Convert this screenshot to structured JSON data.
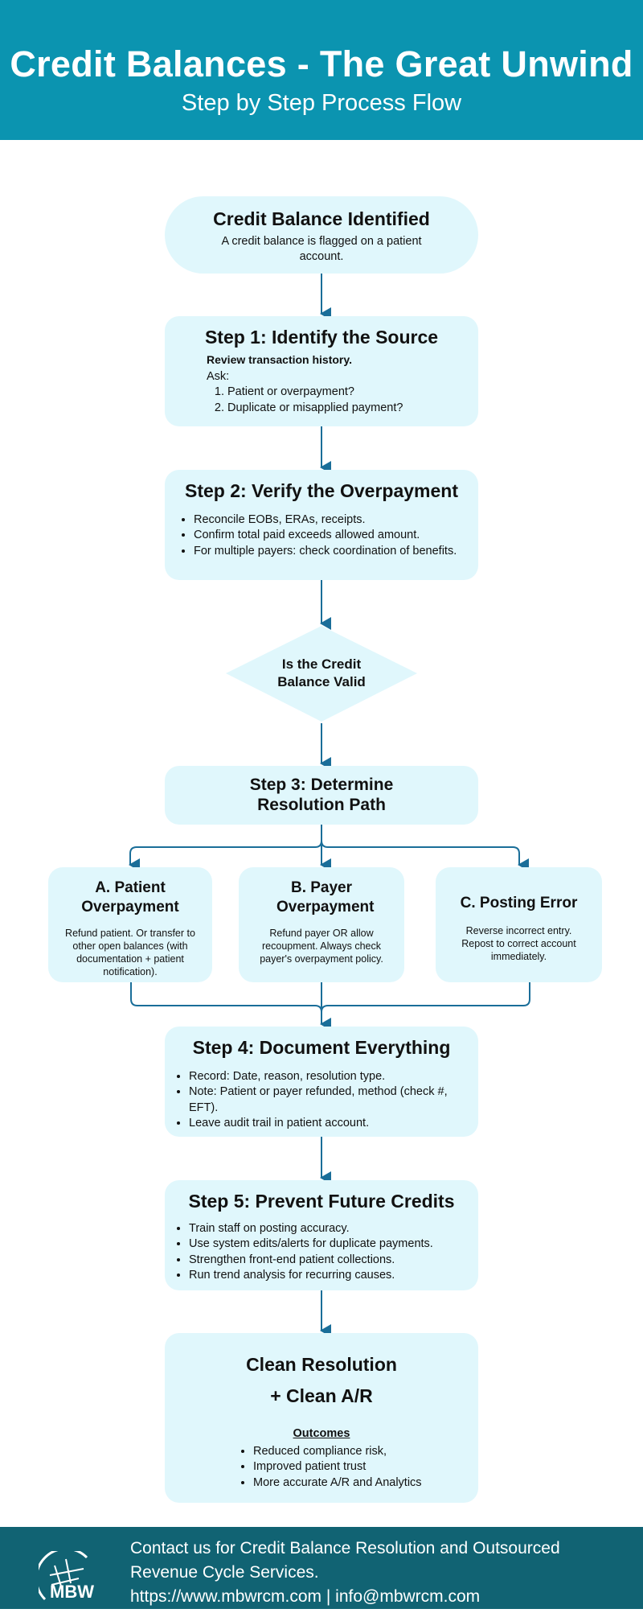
{
  "header": {
    "title": "Credit Balances - The Great Unwind",
    "subtitle": "Step by Step Process Flow"
  },
  "start": {
    "title": "Credit Balance Identified",
    "text": "A credit balance is flagged on a patient account."
  },
  "step1": {
    "title": "Step 1: Identify the Source",
    "bold": "Review transaction history.",
    "ask": "Ask:",
    "items": [
      "Patient or overpayment?",
      "Duplicate or misapplied payment?"
    ]
  },
  "step2": {
    "title": "Step 2: Verify the Overpayment",
    "items": [
      "Reconcile EOBs, ERAs, receipts.",
      "Confirm total paid exceeds allowed amount.",
      "For multiple payers: check coordination of benefits."
    ]
  },
  "decision": {
    "text": "Is the Credit Balance Valid"
  },
  "step3": {
    "title": "Step 3: Determine Resolution Path"
  },
  "paths": [
    {
      "title": "A. Patient Overpayment",
      "text": "Refund patient. Or transfer to other open balances (with documentation + patient notification)."
    },
    {
      "title": "B. Payer Overpayment",
      "text": "Refund payer OR allow recoupment. Always check payer's overpayment policy."
    },
    {
      "title": "C. Posting Error",
      "text": "Reverse incorrect entry. Repost to correct account immediately."
    }
  ],
  "step4": {
    "title": "Step 4: Document Everything",
    "items": [
      "Record: Date, reason, resolution type.",
      "Note: Patient or payer refunded, method (check #, EFT).",
      "Leave audit trail in patient account."
    ]
  },
  "step5": {
    "title": "Step 5: Prevent Future Credits",
    "items": [
      "Train staff on posting accuracy.",
      "Use system edits/alerts for duplicate payments.",
      "Strengthen front-end patient collections.",
      "Run trend analysis for recurring causes."
    ]
  },
  "final": {
    "title": "Clean Resolution + Clean A/R",
    "outcomes_label": "Outcomes",
    "items": [
      "Reduced compliance risk,",
      "Improved patient trust",
      "More accurate A/R and Analytics"
    ]
  },
  "footer": {
    "logo": "MBW",
    "line1": "Contact us for Credit Balance Resolution and Outsourced Revenue Cycle Services.",
    "line2": "https://www.mbwrcm.com | info@mbwrcm.com"
  },
  "colors": {
    "header": "#0b94b0",
    "box": "#e0f7fc",
    "connector": "#1a6e99",
    "footer": "#116373"
  }
}
